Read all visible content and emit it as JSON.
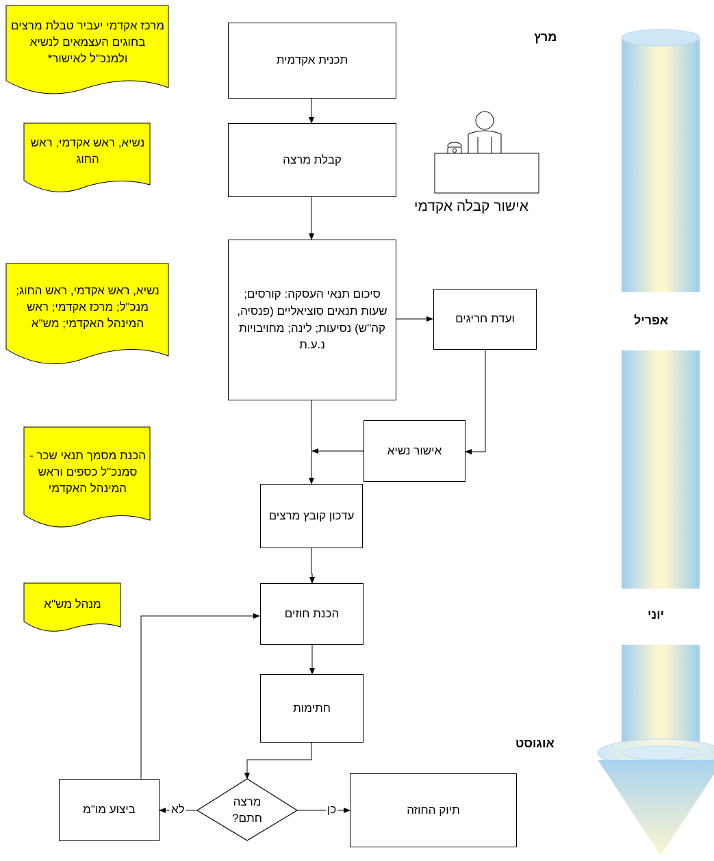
{
  "notes": {
    "n1": "מרכז אקדמי יעביר טבלת מרצים בחוגים העצמאים לנשיא ולמנכ\"ל לאישור*",
    "n2": "נשיא, ראש אקדמי, ראש החוג",
    "n3": "נשיא, ראש אקדמי, ראש החוג; מנכ\"ל; מרכז אקדמי; ראש המינהל האקדמי; מש\"א",
    "n4": "הכנת מסמך תנאי שכר - סמנכ\"ל כספים וראש המינהל האקדמי",
    "n5": "מנהל מש\"א"
  },
  "boxes": {
    "academic_plan": "תכנית אקדמית",
    "lecturer_reception": "קבלת מרצה",
    "employment_summary": "סיכום תנאי העסקה: קורסים; שעות תנאים סוציאליים (פנסיה, קה\"ש) נסיעות; לינה; מחויבויות נ.ע.ת",
    "exceptions_committee": "ועדת חריגים",
    "president_approval": "אישור נשיא",
    "update_file": "עדכון קובץ מרצים",
    "contracts": "הכנת חוזים",
    "signatures": "חתימות",
    "decision": "מרצה חתם?",
    "filing": "תיוק החוזה",
    "followup": "ביצוע מו\"מ"
  },
  "edge_labels": {
    "yes": "כן",
    "no": "לא"
  },
  "figure_caption": "אישור קבלה אקדמי",
  "timeline": {
    "march": "מרץ",
    "april": "אפריל",
    "june": "יוני",
    "august": "אוגוסט"
  },
  "colors": {
    "note_fill": "#ffff00",
    "timeline_blue": "#9ccbee",
    "timeline_cream": "#fcf6cf"
  }
}
